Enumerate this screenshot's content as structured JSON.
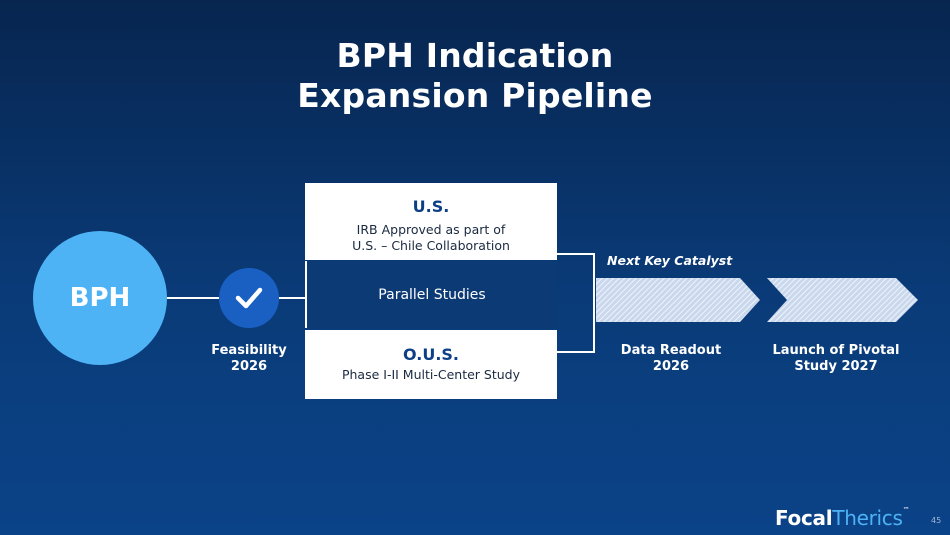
{
  "title_line1": "BPH Indication",
  "title_line2": "Expansion Pipeline",
  "bph_label": "BPH",
  "feasibility": {
    "line1": "Feasibility",
    "line2": "2026"
  },
  "us_box": {
    "title": "U.S.",
    "line1": "IRB Approved as part of",
    "line2": "U.S. – Chile Collaboration"
  },
  "parallel_label": "Parallel Studies",
  "ous_box": {
    "title": "O.U.S.",
    "line1": "Phase I-II Multi-Center Study"
  },
  "next_catalyst": "Next Key Catalyst",
  "data_readout": {
    "line1": "Data Readout",
    "line2": "2026"
  },
  "launch": {
    "line1": "Launch of Pivotal",
    "line2": "Study 2027"
  },
  "logo": {
    "bold": "Focal",
    "light": "Therics",
    "tm": "™"
  },
  "page_number": "45",
  "colors": {
    "bph_circle": "#4db3f5",
    "check_circle": "#1a5fc2",
    "box_title": "#0d3f86"
  },
  "icons": {
    "check": "check-icon"
  }
}
